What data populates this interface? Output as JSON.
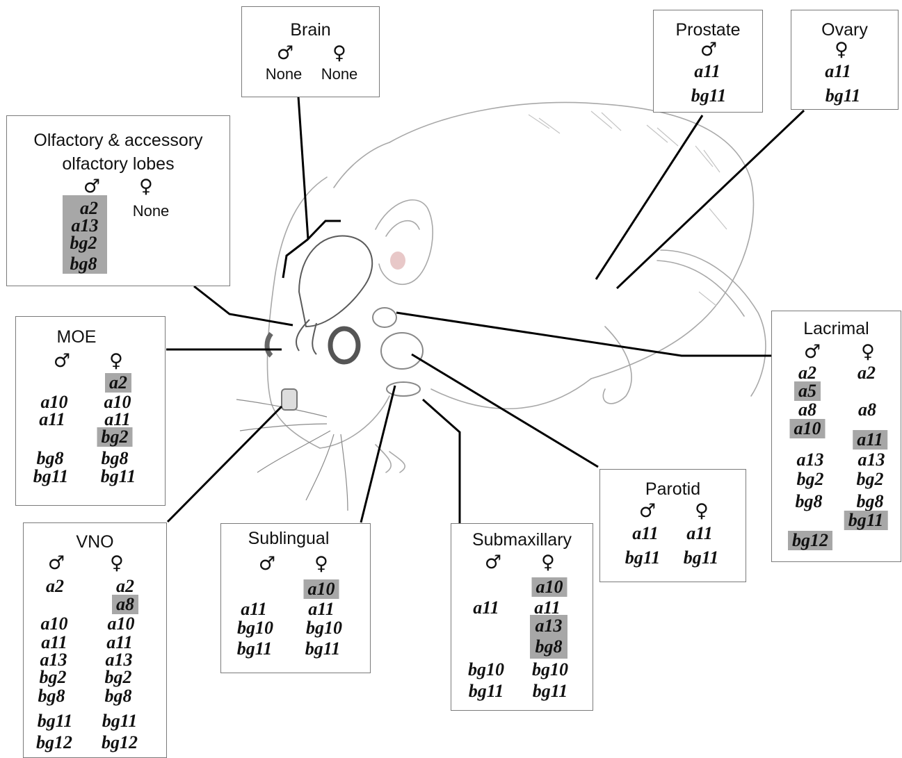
{
  "boxes": {
    "brain": {
      "title": "Brain",
      "male": "♂",
      "female": "♀",
      "male_value": "None",
      "female_value": "None"
    },
    "prostate": {
      "title": "Prostate",
      "male": "♂",
      "genes": [
        "a11",
        "bg11"
      ]
    },
    "ovary": {
      "title": "Ovary",
      "female": "♀",
      "genes": [
        "a11",
        "bg11"
      ]
    },
    "olfactory": {
      "title_line1": "Olfactory & accessory",
      "title_line2": "olfactory lobes",
      "male": "♂",
      "female": "♀",
      "male_genes": [
        "a2",
        "a13",
        "bg2",
        "bg8"
      ],
      "female_value": "None"
    },
    "moe": {
      "title": "MOE",
      "male": "♂",
      "female": "♀",
      "male_genes": [
        "a10",
        "a11",
        "bg8",
        "bg11"
      ],
      "female_genes": [
        "a2",
        "a10",
        "a11",
        "bg2",
        "bg8",
        "bg11"
      ]
    },
    "vno": {
      "title": "VNO",
      "male": "♂",
      "female": "♀",
      "male_genes": [
        "a2",
        "a10",
        "a11",
        "a13",
        "bg2",
        "bg8",
        "bg11",
        "bg12"
      ],
      "female_genes": [
        "a2",
        "a8",
        "a10",
        "a11",
        "a13",
        "bg2",
        "bg8",
        "bg11",
        "bg12"
      ]
    },
    "sublingual": {
      "title": "Sublingual",
      "male": "♂",
      "female": "♀",
      "male_genes": [
        "a11",
        "bg10",
        "bg11"
      ],
      "female_genes": [
        "a10",
        "a11",
        "bg10",
        "bg11"
      ]
    },
    "submaxillary": {
      "title": "Submaxillary",
      "male": "♂",
      "female": "♀",
      "male_genes": [
        "a11",
        "bg10",
        "bg11"
      ],
      "female_genes": [
        "a10",
        "a11",
        "a13",
        "bg8",
        "bg10",
        "bg11"
      ]
    },
    "parotid": {
      "title": "Parotid",
      "male": "♂",
      "female": "♀",
      "male_genes": [
        "a11",
        "bg11"
      ],
      "female_genes": [
        "a11",
        "bg11"
      ]
    },
    "lacrimal": {
      "title": "Lacrimal",
      "male": "♂",
      "female": "♀",
      "male_genes": [
        "a2",
        "a5",
        "a8",
        "a10",
        "a13",
        "bg2",
        "bg8",
        "bg12"
      ],
      "female_genes": [
        "a2",
        "a8",
        "a11",
        "a13",
        "bg2",
        "bg8",
        "bg11"
      ]
    }
  },
  "colors": {
    "highlight": "#a7a7a7",
    "line": "#000000",
    "border": "#7a7a7a",
    "sketch": "#a8a8a8"
  }
}
